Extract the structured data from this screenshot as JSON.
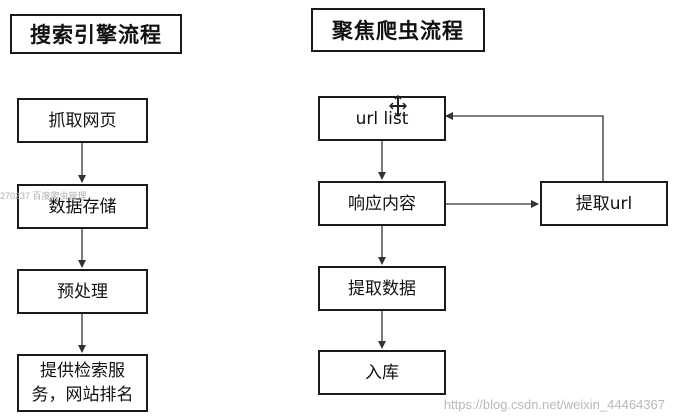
{
  "titles": {
    "left": "搜索引擎流程",
    "right": "聚焦爬虫流程"
  },
  "left_flow": {
    "nodes": [
      "抓取网页",
      "数据存储",
      "预处理",
      "提供检索服务，网站排名"
    ]
  },
  "right_flow": {
    "nodes": {
      "url_list": "url list",
      "response": "响应内容",
      "extract_data": "提取数据",
      "store": "入库",
      "extract_url": "提取url"
    }
  },
  "watermarks": {
    "left": "270237 百度爬虫管理",
    "bottom": "https://blog.csdn.net/weixin_44464367"
  },
  "colors": {
    "border": "#1a1a1a",
    "arrow": "#333333",
    "background": "#ffffff"
  }
}
